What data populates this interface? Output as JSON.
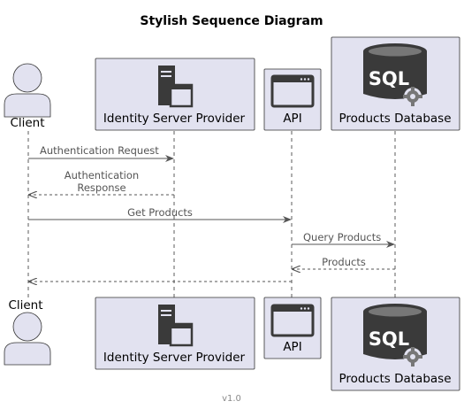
{
  "title": "Stylish Sequence Diagram",
  "footer": "v1.0",
  "participants": {
    "client": {
      "label": "Client",
      "icon": "person-icon"
    },
    "idp": {
      "label": "Identity Server Provider",
      "icon": "server-icon"
    },
    "api": {
      "label": "API",
      "icon": "browser-window-icon"
    },
    "db": {
      "label": "Products Database",
      "icon": "sql-database-icon",
      "icon_text": "SQL"
    }
  },
  "messages": [
    {
      "from": "Client",
      "to": "Identity Server Provider",
      "line1": "Authentication Request",
      "style": "solid"
    },
    {
      "from": "Identity Server Provider",
      "to": "Client",
      "line1": "Authentication",
      "line2": "Response",
      "style": "dashed"
    },
    {
      "from": "Client",
      "to": "API",
      "line1": "Get Products",
      "style": "solid"
    },
    {
      "from": "API",
      "to": "Products Database",
      "line1": "Query Products",
      "style": "solid"
    },
    {
      "from": "Products Database",
      "to": "API",
      "line1": "Products",
      "style": "dashed"
    },
    {
      "from": "API",
      "to": "Client",
      "line1": "",
      "style": "dashed"
    }
  ],
  "colors": {
    "participant_fill": "#e2e2f0",
    "border": "#333333",
    "arrow": "#555555",
    "icon_dark": "#3a3a3a"
  }
}
